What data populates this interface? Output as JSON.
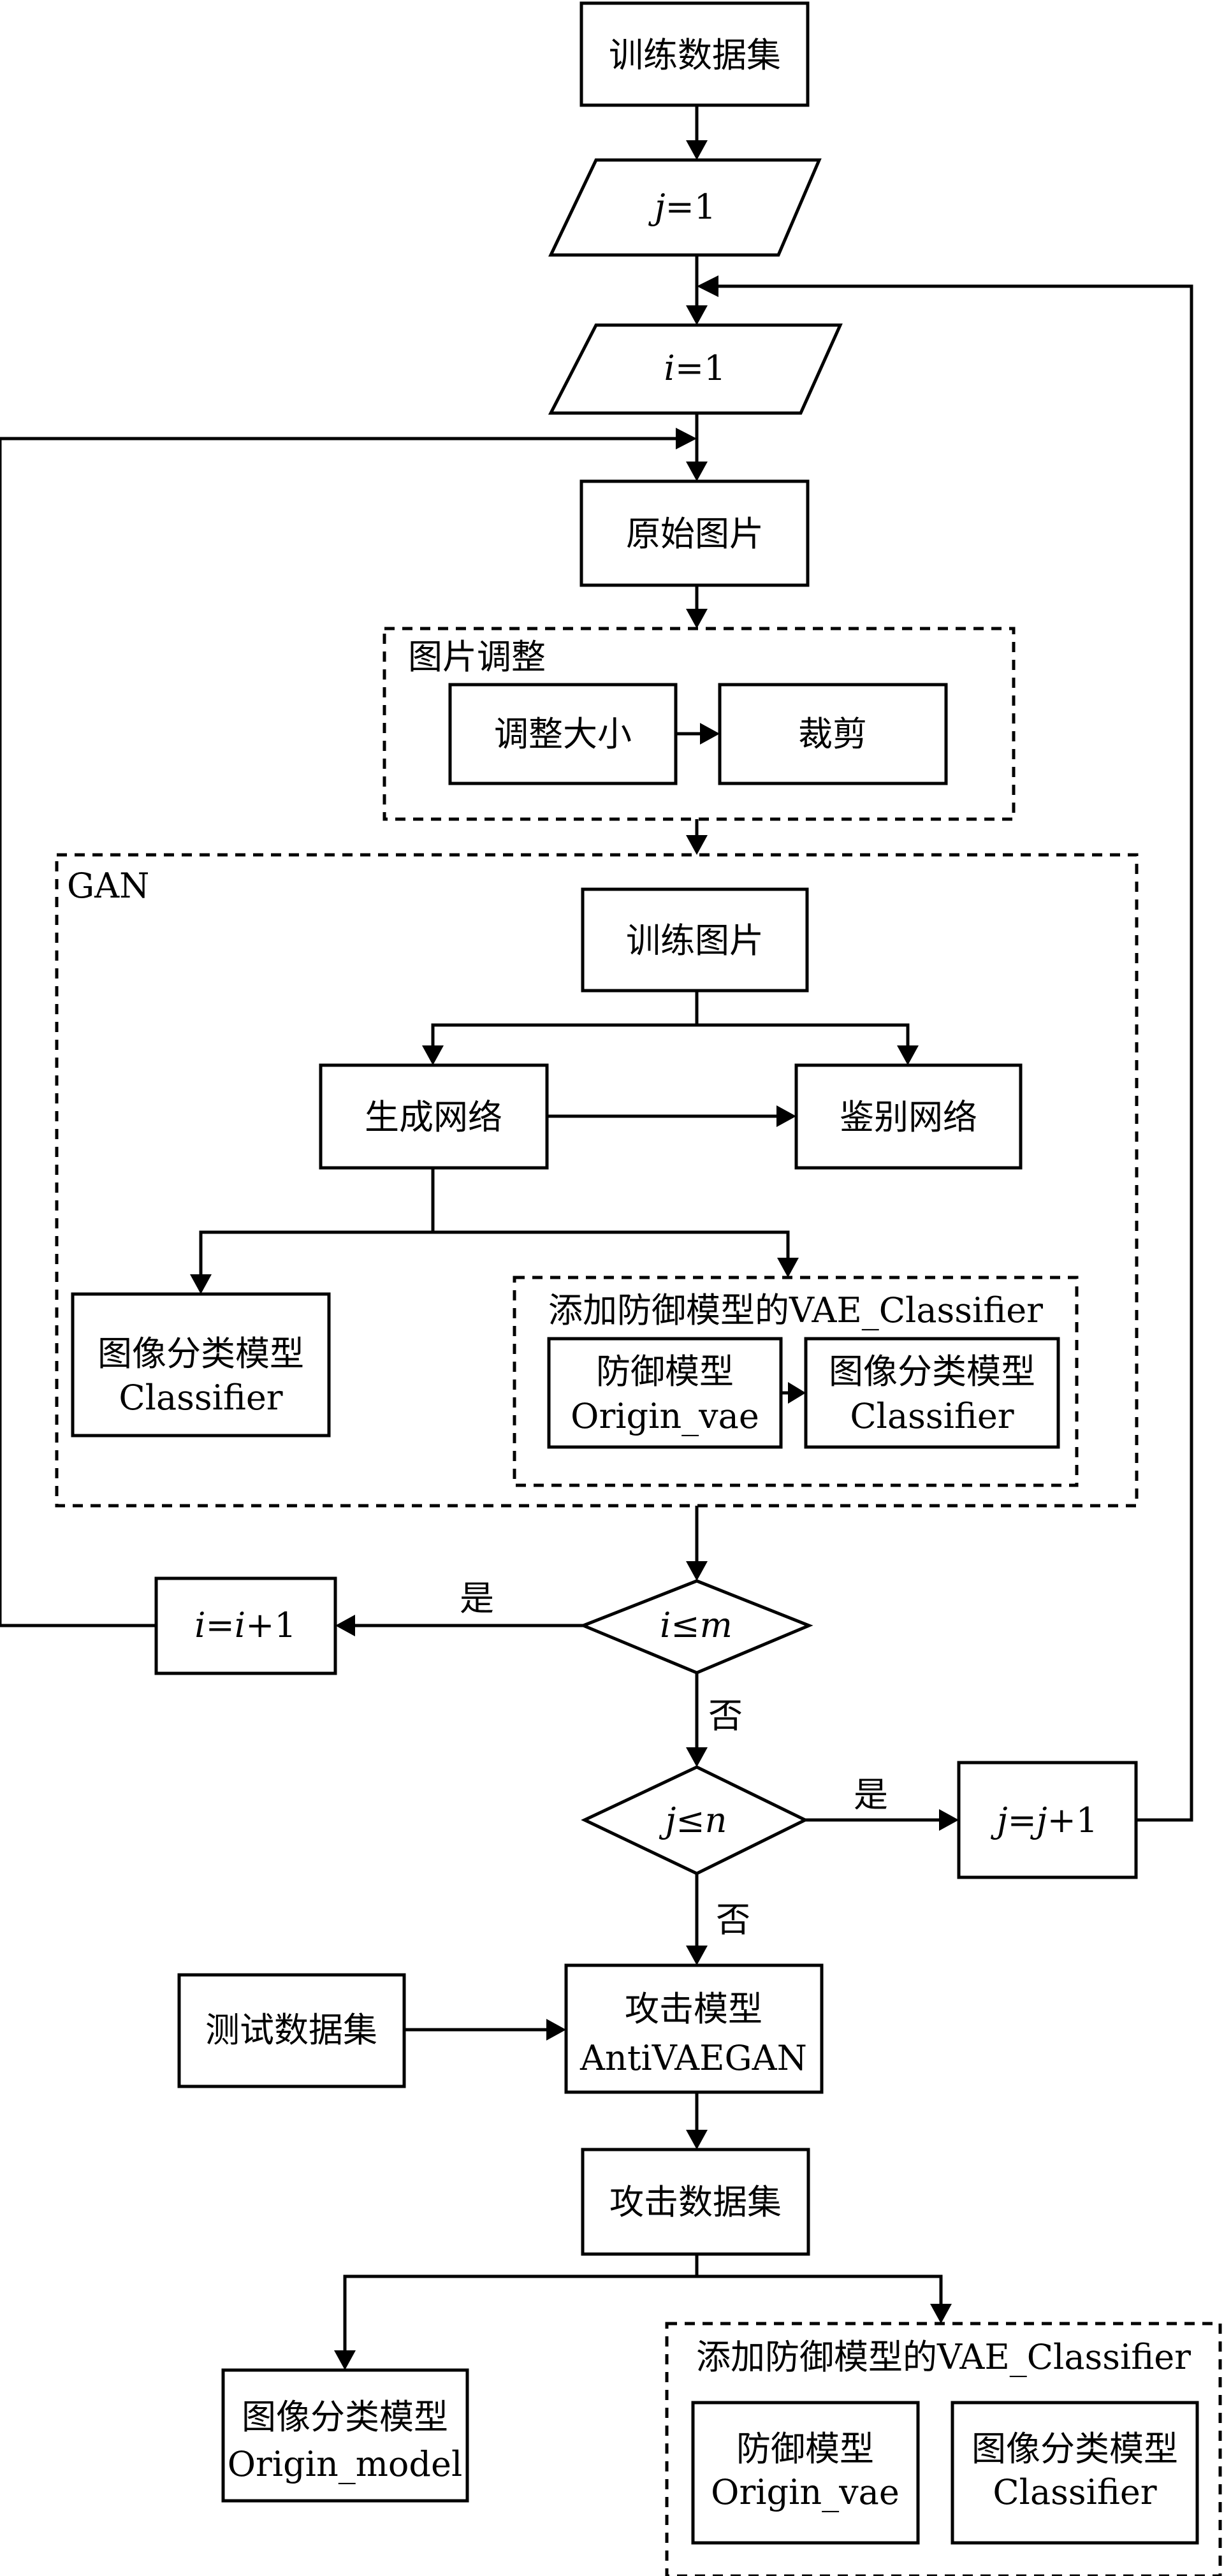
{
  "nodes": {
    "train_dataset": "训练数据集",
    "j_init": {
      "var": "j",
      "rest": "=1"
    },
    "i_init": {
      "var": "i",
      "rest": "=1"
    },
    "original_image": "原始图片",
    "image_adjust_group": "图片调整",
    "resize": "调整大小",
    "crop": "裁剪",
    "gan_group": "GAN",
    "train_image": "训练图片",
    "generator": "生成网络",
    "discriminator": "鉴别网络",
    "classifier_gan": {
      "line1": "图像分类模型",
      "line2": "Classifier"
    },
    "vae_group_gan": "添加防御模型的VAE_Classifier",
    "defense_gan": {
      "line1": "防御模型",
      "line2": "Origin_vae"
    },
    "vae_classifier_gan": {
      "line1": "图像分类模型",
      "line2": "Classifier"
    },
    "i_increment": {
      "a": "i",
      "b": "=",
      "c": "i",
      "d": "+1"
    },
    "cond_i": {
      "var": "i",
      "op": "≤",
      "bound": "m"
    },
    "cond_j": {
      "var": "j",
      "op": "≤",
      "bound": "n"
    },
    "j_increment": {
      "a": "j",
      "b": "=",
      "c": "j",
      "d": "+1"
    },
    "test_dataset": "测试数据集",
    "attack_model": {
      "line1": "攻击模型",
      "line2": "AntiVAEGAN"
    },
    "attack_dataset": "攻击数据集",
    "origin_classifier": {
      "line1": "图像分类模型",
      "line2": "Origin_model"
    },
    "vae_group_bottom": "添加防御模型的VAE_Classifier",
    "defense_bottom": {
      "line1": "防御模型",
      "line2": "Origin_vae"
    },
    "vae_classifier_bottom": {
      "line1": "图像分类模型",
      "line2": "Classifier"
    }
  },
  "edge_labels": {
    "yes_i": "是",
    "no_i": "否",
    "yes_j": "是",
    "no_j": "否"
  }
}
